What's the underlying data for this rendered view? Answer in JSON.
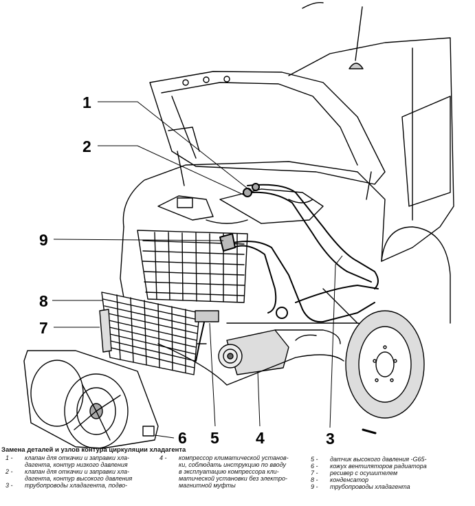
{
  "callouts": [
    "1",
    "2",
    "9",
    "8",
    "7",
    "6",
    "5",
    "4",
    "3"
  ],
  "caption": {
    "title": "Замена деталей и узлов контура циркуляции хладагента",
    "items": [
      {
        "n": "1 -",
        "lines": [
          "клапан для откачки и заправки хла-",
          "дагента, контур низкого давления"
        ]
      },
      {
        "n": "2 -",
        "lines": [
          "клапан для откачки и заправки хла-",
          "дагента, контур высокого давления"
        ]
      },
      {
        "n": "3 -",
        "lines": [
          "трубопроводы хладагента, подво-"
        ]
      },
      {
        "n": "4 -",
        "lines": [
          "компрессор климатической установ-",
          "ки, соблюдать инструкцию по вводу",
          "в эксплуатацию компрессора кли-",
          "матической установки без электро-",
          "магнитной муфты"
        ]
      },
      {
        "n": "5 -",
        "lines": [
          "датчик высокого давления -G65-"
        ]
      },
      {
        "n": "6 -",
        "lines": [
          "кожух вентиляторов радиатора"
        ]
      },
      {
        "n": "7 -",
        "lines": [
          "ресивер с осушителем"
        ]
      },
      {
        "n": "8 -",
        "lines": [
          "конденсатор"
        ]
      },
      {
        "n": "9 -",
        "lines": [
          "трубопроводы хладагента"
        ]
      }
    ]
  }
}
